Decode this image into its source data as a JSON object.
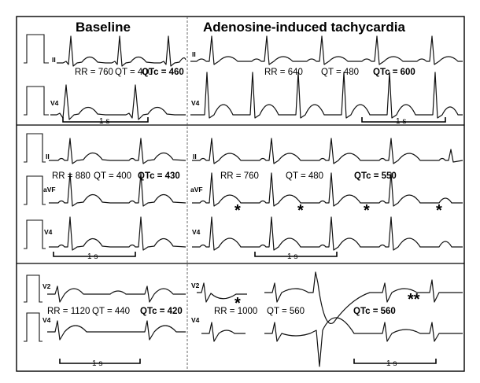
{
  "titles": {
    "baseline": "Baseline",
    "adenosine": "Adenosine-induced tachycardia"
  },
  "leads": {
    "II": "II",
    "V4": "V4",
    "aVF": "aVF",
    "V2": "V2"
  },
  "scale_label": "1 s",
  "panels": [
    {
      "baseline": {
        "rr": "RR = 760",
        "qt": "QT = 400",
        "qtc": "QTc = 460"
      },
      "tachy": {
        "rr": "RR = 640",
        "qt": "QT = 480",
        "qtc": "QTc = 600"
      }
    },
    {
      "baseline": {
        "rr": "RR = 880",
        "qt": "QT = 400",
        "qtc": "QTc = 430"
      },
      "tachy": {
        "rr": "RR = 760",
        "qt": "QT = 480",
        "qtc": "QTc = 550"
      }
    },
    {
      "baseline": {
        "rr": "RR = 1120",
        "qt": "QT = 440",
        "qtc": "QTc = 420"
      },
      "tachy": {
        "rr": "RR = 1000",
        "qt": "QT = 560",
        "qtc": "QTc = 560"
      }
    }
  ],
  "markers": {
    "single": "*",
    "double": "**"
  }
}
